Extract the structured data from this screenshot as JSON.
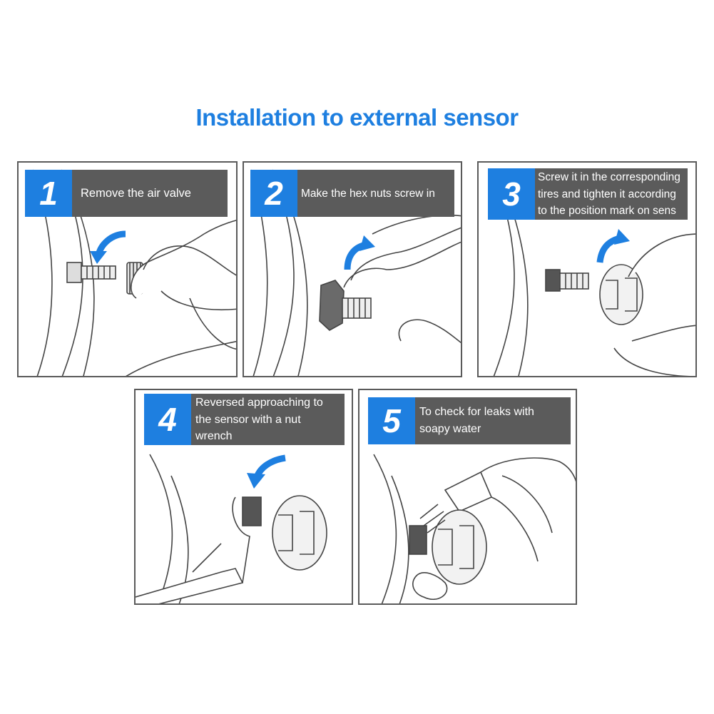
{
  "title": "Installation to external sensor",
  "colors": {
    "accent": "#1e7fe0",
    "caption_bg": "#5b5b5b",
    "border": "#5a5a5a",
    "line": "#333333"
  },
  "steps": [
    {
      "number": "1",
      "caption": "Remove the air valve"
    },
    {
      "number": "2",
      "caption": "Make the hex nuts screw in"
    },
    {
      "number": "3",
      "caption": "Screw it in the corresponding tires and tighten it according to the position mark on sens"
    },
    {
      "number": "4",
      "caption": "Reversed approaching to the sensor with a nut wrench"
    },
    {
      "number": "5",
      "caption": "To check for leaks with soapy water"
    }
  ]
}
